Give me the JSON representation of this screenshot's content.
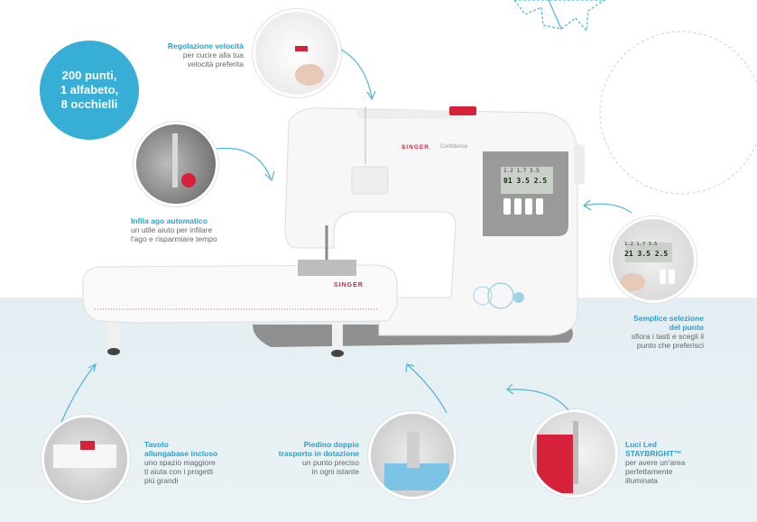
{
  "badge": {
    "line1": "200 punti,",
    "line2": "1 alfabeto,",
    "line3": "8 occhielli"
  },
  "callouts": {
    "speed": {
      "title": "Regolazione velocità",
      "line1": "per cucire alla tua",
      "line2": "velocità preferita"
    },
    "threader": {
      "title": "Infila ago automatico",
      "line1": "un utile aiuto per infilare",
      "line2": "l'ago e risparmiare tempo"
    },
    "stitch": {
      "title1": "Semplice selezione",
      "title2": "del punto",
      "line1": "sfiora i tasti e scegli il",
      "line2": "punto che preferisci"
    },
    "table": {
      "title1": "Tavolo",
      "title2": "allungabase incluso",
      "line1": "uno spazio maggiore",
      "line2": "ti aiuta con i progetti",
      "line3": "più grandi"
    },
    "foot": {
      "title1": "Piedino doppio",
      "title2": "trasporto in dotazione",
      "line1": "un punto preciso",
      "line2": "in ogni istante"
    },
    "led": {
      "title1": "Luci Led",
      "title2": "STAYBRIGHT™",
      "line1": "per avere un'area",
      "line2": "perfettamente",
      "line3": "illuminata"
    }
  },
  "machine": {
    "brand": "SINGER",
    "model": "Confidence",
    "lcd_top": "1.2 1.7 3.5",
    "lcd_main": "01 3.5 2.5",
    "lcd_zoom_top": "1.2 1.7 3.5",
    "lcd_zoom_main": "21 3.5 2.5",
    "table_brand": "SINGER"
  },
  "colors": {
    "accent": "#36aed6",
    "brand_red": "#d5213a",
    "gray": "#9a9a9a",
    "floor": "#e6eff3"
  }
}
